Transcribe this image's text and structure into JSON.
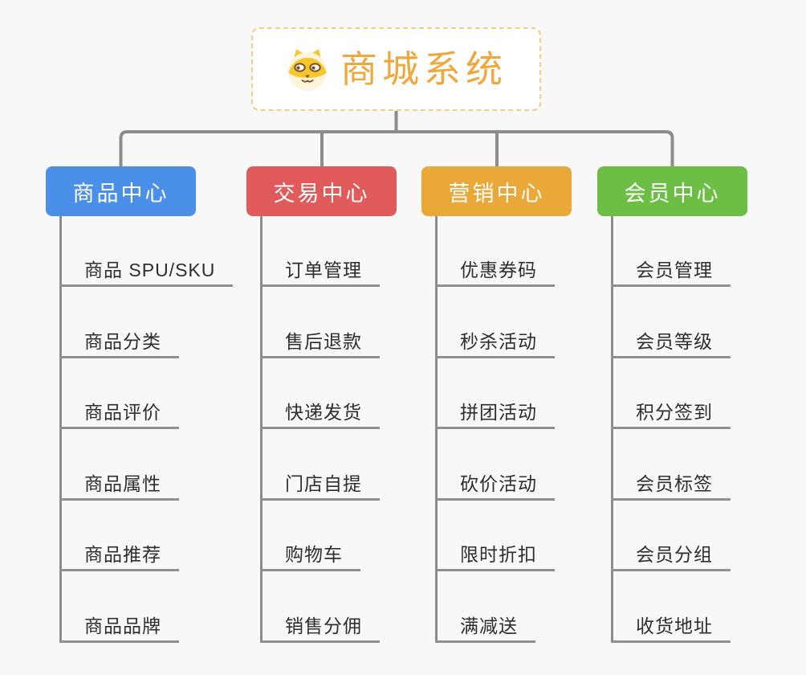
{
  "root": {
    "title": "商城系统",
    "icon": "shiba-dog-icon",
    "title_color": "#F0A73B",
    "border_color": "#F3CD85"
  },
  "connector_color": "#8C8C8C",
  "branches": [
    {
      "label": "商品中心",
      "color": "#4A8FE8",
      "items": [
        "商品 SPU/SKU",
        "商品分类",
        "商品评价",
        "商品属性",
        "商品推荐",
        "商品品牌"
      ]
    },
    {
      "label": "交易中心",
      "color": "#E25B5B",
      "items": [
        "订单管理",
        "售后退款",
        "快递发货",
        "门店自提",
        "购物车",
        "销售分佣"
      ]
    },
    {
      "label": "营销中心",
      "color": "#EAA839",
      "items": [
        "优惠券码",
        "秒杀活动",
        "拼团活动",
        "砍价活动",
        "限时折扣",
        "满减送"
      ]
    },
    {
      "label": "会员中心",
      "color": "#6DBE45",
      "items": [
        "会员管理",
        "会员等级",
        "积分签到",
        "会员标签",
        "会员分组",
        "收货地址"
      ]
    }
  ]
}
